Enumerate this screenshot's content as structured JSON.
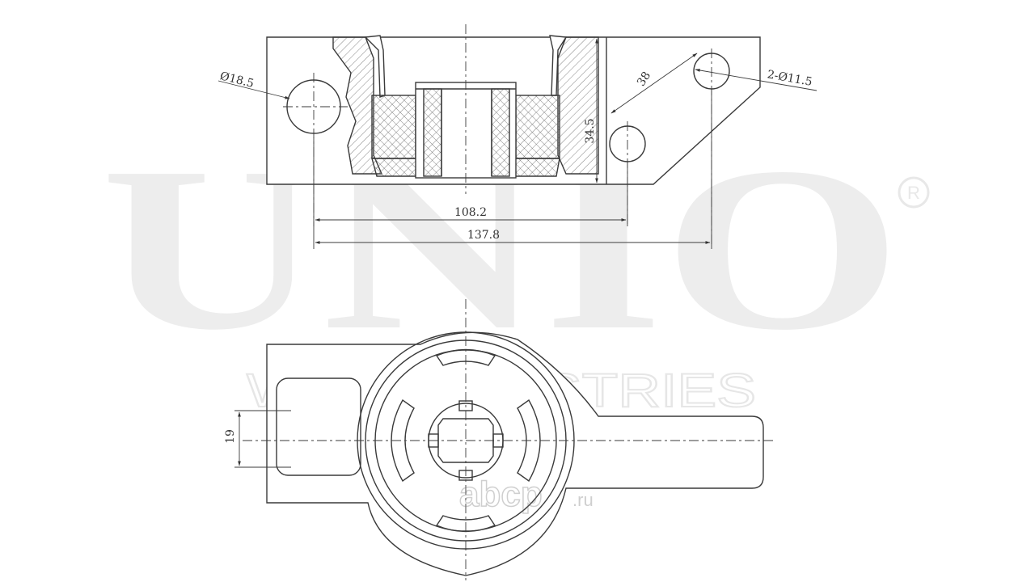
{
  "watermark": {
    "brand": "UNIO",
    "registered": "®",
    "subtitle": "WEX INDUSTRIES"
  },
  "site_mark": {
    "name": "abcp",
    "tld": ".ru"
  },
  "dimensions": {
    "hole_large": "Ø18.5",
    "holes_small": "2-Ø11.5",
    "center_distance": "38",
    "height": "34.5",
    "width_inner": "108.2",
    "width_outer": "137.8",
    "plan_width": "19"
  },
  "colors": {
    "line": "#3a3a3a",
    "watermark": "#ececec",
    "hatch": "#555555"
  }
}
